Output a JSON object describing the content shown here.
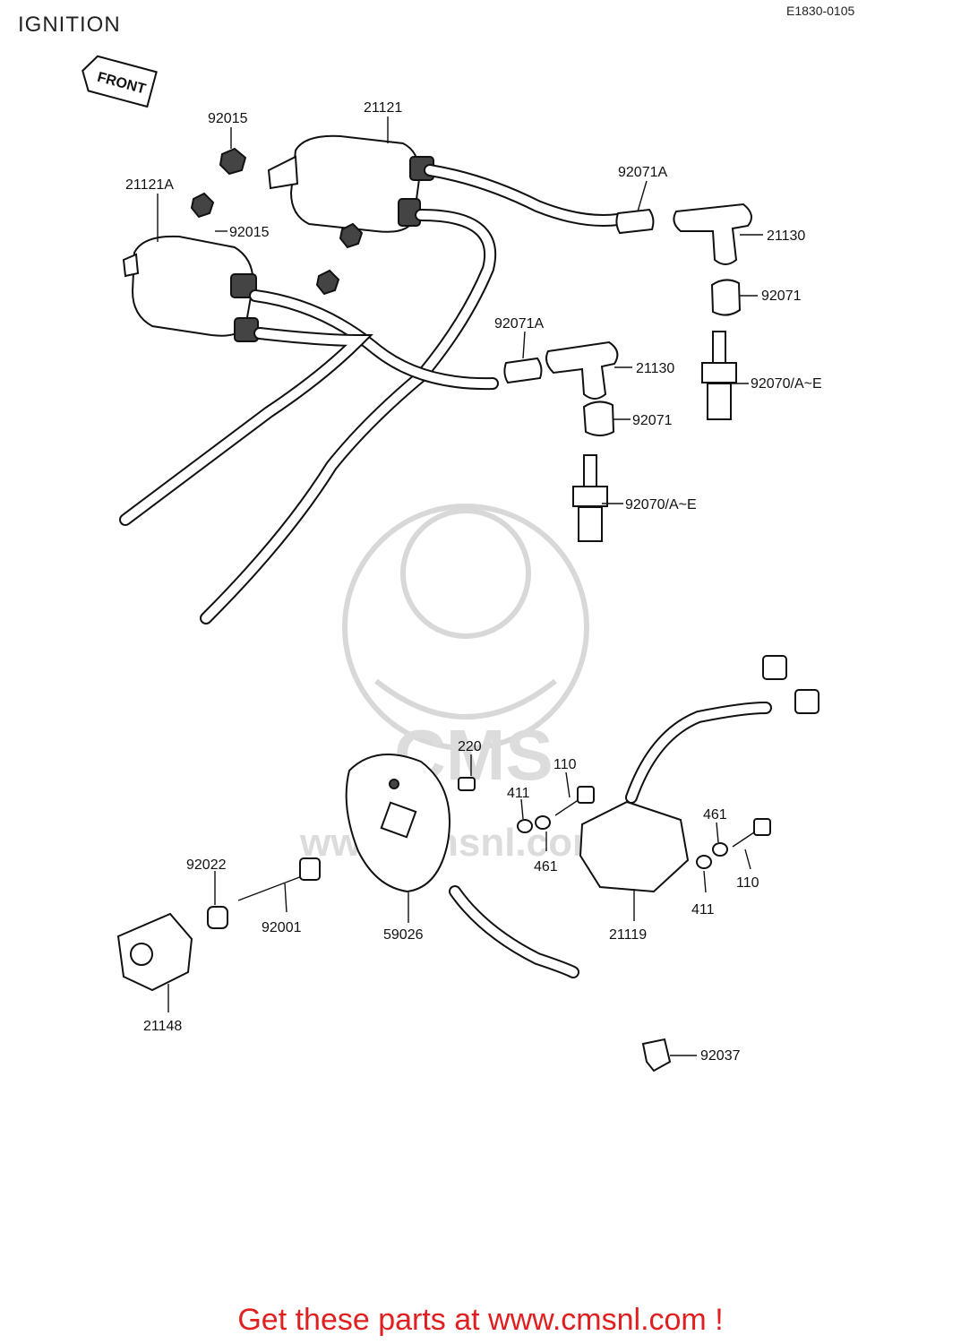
{
  "header": {
    "title": "IGNITION",
    "doc_code": "E1830-0105",
    "front_arrow_label": "FRONT"
  },
  "watermark": {
    "logo_text": "CMS",
    "url_text": "www.cmsnl.com"
  },
  "callouts": {
    "c_92015_top": "92015",
    "c_21121": "21121",
    "c_21121A": "21121A",
    "c_92015_mid": "92015",
    "c_92071A_top": "92071A",
    "c_21130_top": "21130",
    "c_92071_top": "92071",
    "c_92071A_mid": "92071A",
    "c_21130_mid": "21130",
    "c_92070_top": "92070/A~E",
    "c_92071_mid": "92071",
    "c_92070_mid": "92070/A~E",
    "c_220": "220",
    "c_110_left": "110",
    "c_411_left": "411",
    "c_461_left": "461",
    "c_461_right": "461",
    "c_110_right": "110",
    "c_411_right": "411",
    "c_92022": "92022",
    "c_92001": "92001",
    "c_59026": "59026",
    "c_21119": "21119",
    "c_21148": "21148",
    "c_92037": "92037"
  },
  "footer": {
    "cta": "Get these parts at www.cmsnl.com !"
  },
  "colors": {
    "cta_red": "#e02020",
    "line": "#111111",
    "watermark": "#d8d8d8"
  }
}
